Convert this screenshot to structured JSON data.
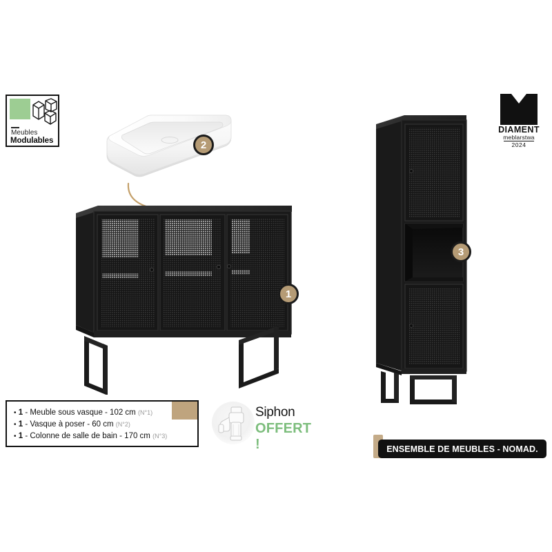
{
  "modular_badge": {
    "line1": "Meubles",
    "line2": "Modulables",
    "icon": "modular-cubes-icon",
    "accent_green": "#9dcd93"
  },
  "brand_logo": {
    "name": "DIAMENT",
    "subtitle": "meblarstwa",
    "year": "2024",
    "icon": "diamond-gem-icon"
  },
  "callouts": [
    {
      "id": "1",
      "label": "1",
      "target": "vanity-cabinet"
    },
    {
      "id": "2",
      "label": "2",
      "target": "washbasin"
    },
    {
      "id": "3",
      "label": "3",
      "target": "tall-column"
    }
  ],
  "badge_colors": {
    "fill": "#b59b75",
    "border": "#1b1b1b",
    "text": "#ffffff"
  },
  "product_list": {
    "items": [
      {
        "bullet": "•",
        "qty": "1",
        "name": "- Meuble sous vasque - 102 cm",
        "ref": "(N°1)"
      },
      {
        "bullet": "•",
        "qty": "1",
        "name": "- Vasque à poser - 60 cm",
        "ref": "(N°2)"
      },
      {
        "bullet": "•",
        "qty": "1",
        "name": "- Colonne de salle de bain - 170 cm",
        "ref": "(N°3)"
      }
    ],
    "accent_color": "#bfa47e"
  },
  "siphon_offer": {
    "title": "Siphon",
    "subtitle": "OFFERT !",
    "icon": "siphon-pipe-icon",
    "accent_color": "#7cbd7c"
  },
  "ensemble_banner": {
    "text": "ENSEMBLE DE MEUBLES - NOMAD.",
    "background": "#111111",
    "accent_color": "#c4ab88"
  },
  "products": {
    "washbasin": {
      "name": "Vasque à poser",
      "color": "#ffffff"
    },
    "vanity_cabinet": {
      "name": "Meuble sous vasque",
      "color": "#1d1d1d",
      "doors": 3
    },
    "tall_column": {
      "name": "Colonne de salle de bain",
      "color": "#1d1d1d",
      "doors": 2,
      "open_niche": 1
    }
  }
}
